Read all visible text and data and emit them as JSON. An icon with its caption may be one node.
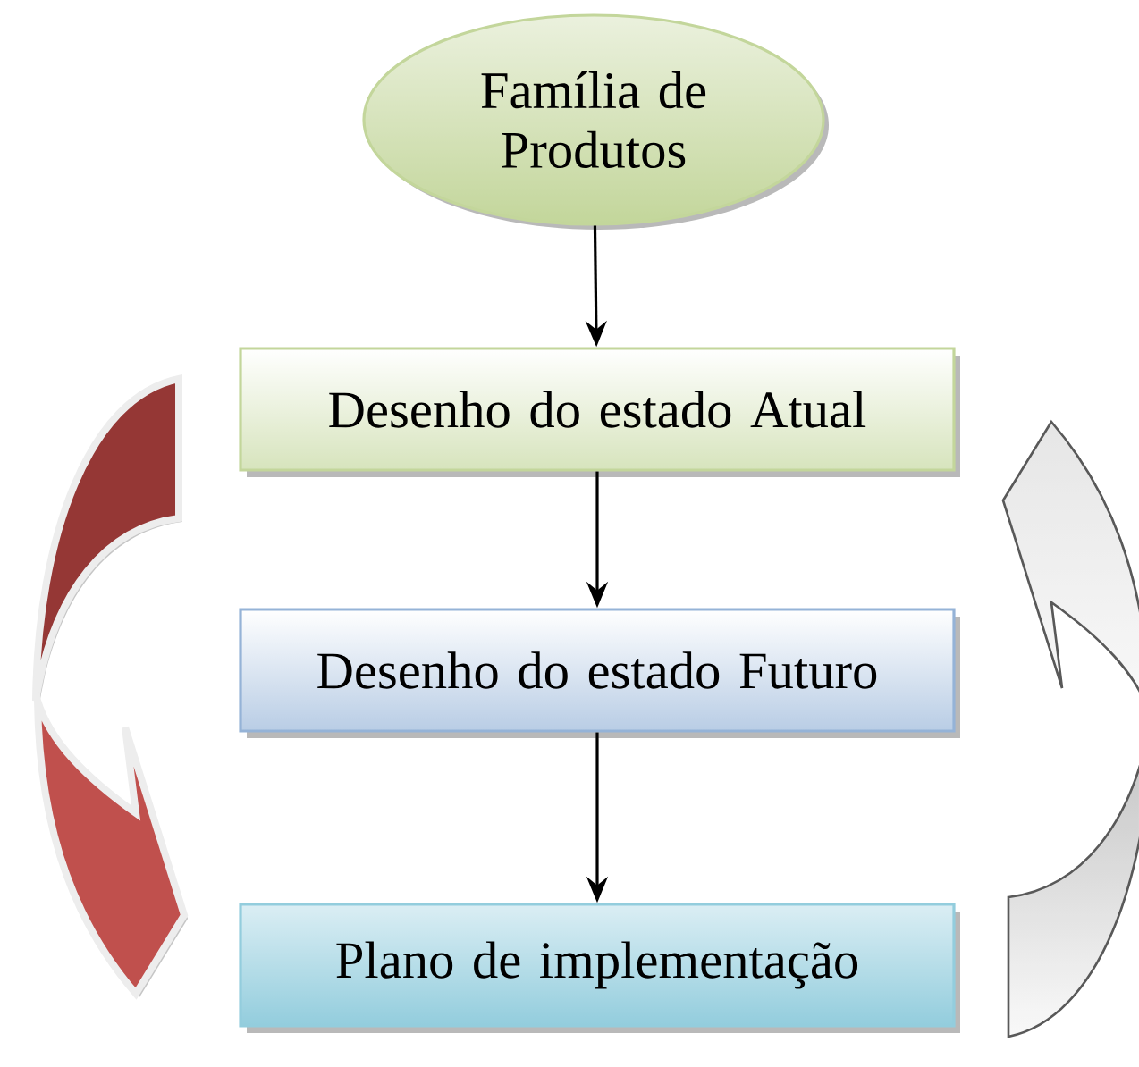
{
  "diagram": {
    "nodes": [
      {
        "text": [
          "Família de Produtos"
        ]
      },
      {
        "text": [
          "Desenho do estado Atual"
        ]
      },
      {
        "text": [
          "Desenho do estado Futuro"
        ]
      },
      {
        "text": [
          "Plano de implementação"
        ]
      }
    ],
    "edges": [
      {
        "from": 0,
        "to": 1,
        "arrow": "to"
      },
      {
        "from": 1,
        "to": 2,
        "arrow": "to"
      },
      {
        "from": 2,
        "to": 3,
        "arrow": "to"
      }
    ]
  }
}
